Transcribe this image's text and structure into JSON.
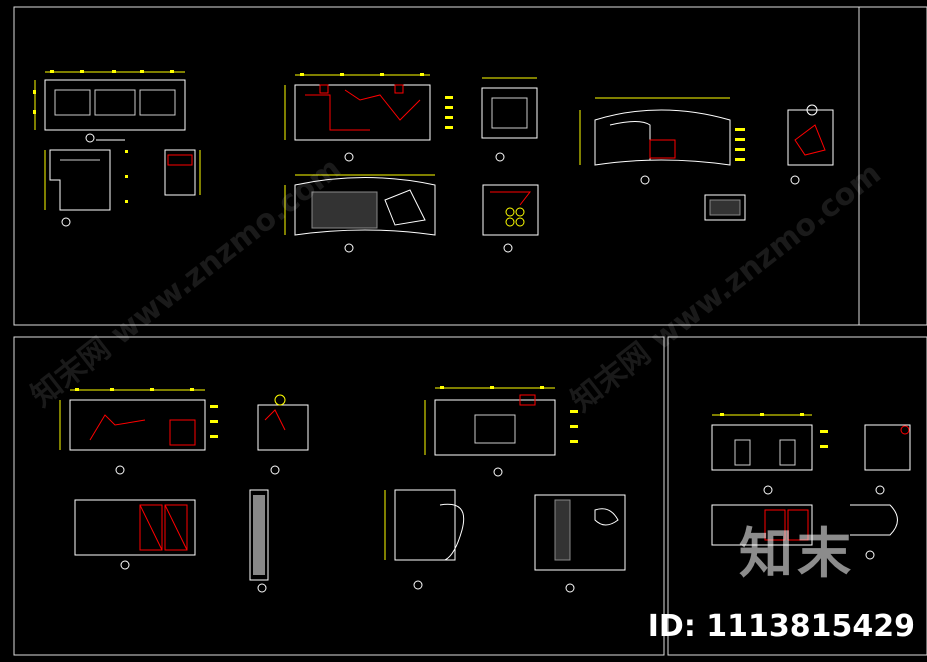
{
  "watermark": {
    "text": "知末网 www.znzmo.com",
    "brand": "知末",
    "id_label": "ID: 1113815429"
  },
  "colors": {
    "background": "#000000",
    "frame": "#ffffff",
    "dimension": "#ffff00",
    "section": "#ff0000",
    "outline": "#ffffff",
    "annotation": "#ffff00"
  }
}
